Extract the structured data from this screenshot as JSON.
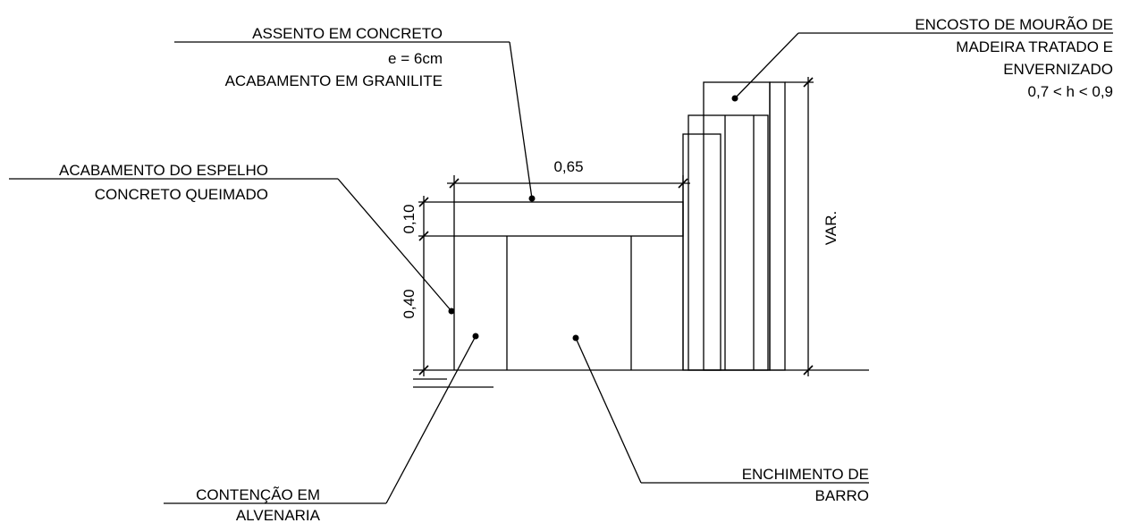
{
  "labels": {
    "assento_line1": "ASSENTO EM CONCRETO",
    "assento_line2": "e = 6cm",
    "assento_line3": "ACABAMENTO EM GRANILITE",
    "espelho_line1": "ACABAMENTO DO ESPELHO",
    "espelho_line2": "CONCRETO QUEIMADO",
    "encosto_line1": "ENCOSTO DE MOURÃO DE",
    "encosto_line2": "MADEIRA TRATADO E",
    "encosto_line3": "ENVERNIZADO",
    "encosto_line4": "0,7 < h < 0,9",
    "contencao_line1": "CONTENÇÃO EM",
    "contencao_line2": "ALVENARIA",
    "enchimento_line1": "ENCHIMENTO DE",
    "enchimento_line2": "BARRO"
  },
  "dimensions": {
    "width_seat": "0,65",
    "height_seat_slab": "0,10",
    "height_base": "0,40",
    "height_backrest": "VAR."
  }
}
